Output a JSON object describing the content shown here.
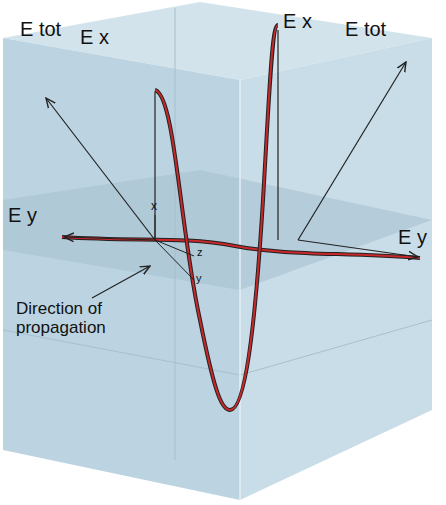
{
  "diagram": {
    "labels": [
      "E tot",
      "E x",
      "E x",
      "E tot",
      "E y",
      "x",
      "z",
      "y",
      "E y",
      "Direction of propagation"
    ]
  }
}
